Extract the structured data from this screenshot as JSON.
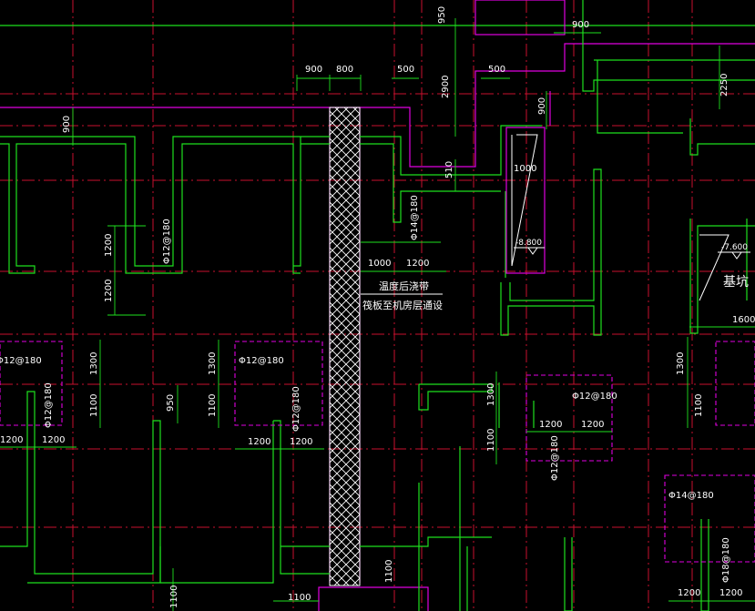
{
  "colors": {
    "background": "#000000",
    "axis_line": "#c8102e",
    "wall_outline": "#1ee01e",
    "boundary_line": "#e000e0",
    "text": "#ffffff"
  },
  "dimensions": {
    "d900_top_left": "900",
    "d800_top": "800",
    "d500_top_a": "500",
    "d500_top_b": "500",
    "d950_top": "950",
    "d2900": "2900",
    "d900_top_right": "900",
    "d2250": "2250",
    "d900_left_vert": "900",
    "d510": "510",
    "d900_right_vert": "900",
    "d1000_pit": "1000",
    "d1200_vert_left_a": "1200",
    "d1200_vert_left_b": "1200",
    "d1000_horiz": "1000",
    "d1200_horiz": "1200",
    "d1300_left": "1300",
    "d1100_left": "1100",
    "d1300_mid": "1300",
    "d1100_mid": "1100",
    "d950_mid": "950",
    "d1200_row_a": "1200",
    "d1200_row_b": "1200",
    "d1200_row_c": "1200",
    "d1200_row_d": "1200",
    "d1300_center": "1300",
    "d1100_center": "1100",
    "d1200_center_a": "1200",
    "d1200_center_b": "1200",
    "d1600": "1600",
    "d1300_right": "1300",
    "d1100_right": "1100",
    "d1100_bottom_a": "1100",
    "d1100_bottom_b": "1100",
    "d1100_bottom_c": "1100",
    "d1200_bottom_a": "1200",
    "d1200_bottom_b": "1200"
  },
  "rebar": {
    "r12_180_a": "Φ12@180",
    "r14_180_a": "Φ14@180",
    "r12_180_b": "Φ12@180",
    "r12_180_c": "Φ12@180",
    "r12_180_d": "Φ12@180",
    "r12_180_e": "Φ12@180",
    "r12_180_f": "Φ12@180",
    "r12_180_g": "Φ12@180",
    "r14_180_b": "Φ14@180",
    "r18_180": "Φ18@180"
  },
  "elevations": {
    "pit_left": "-8.800",
    "pit_right": "-7.600"
  },
  "notes": {
    "band_line1": "温度后浇带",
    "band_line2": "筏板至机房层通设",
    "pit_label": "基坑"
  }
}
